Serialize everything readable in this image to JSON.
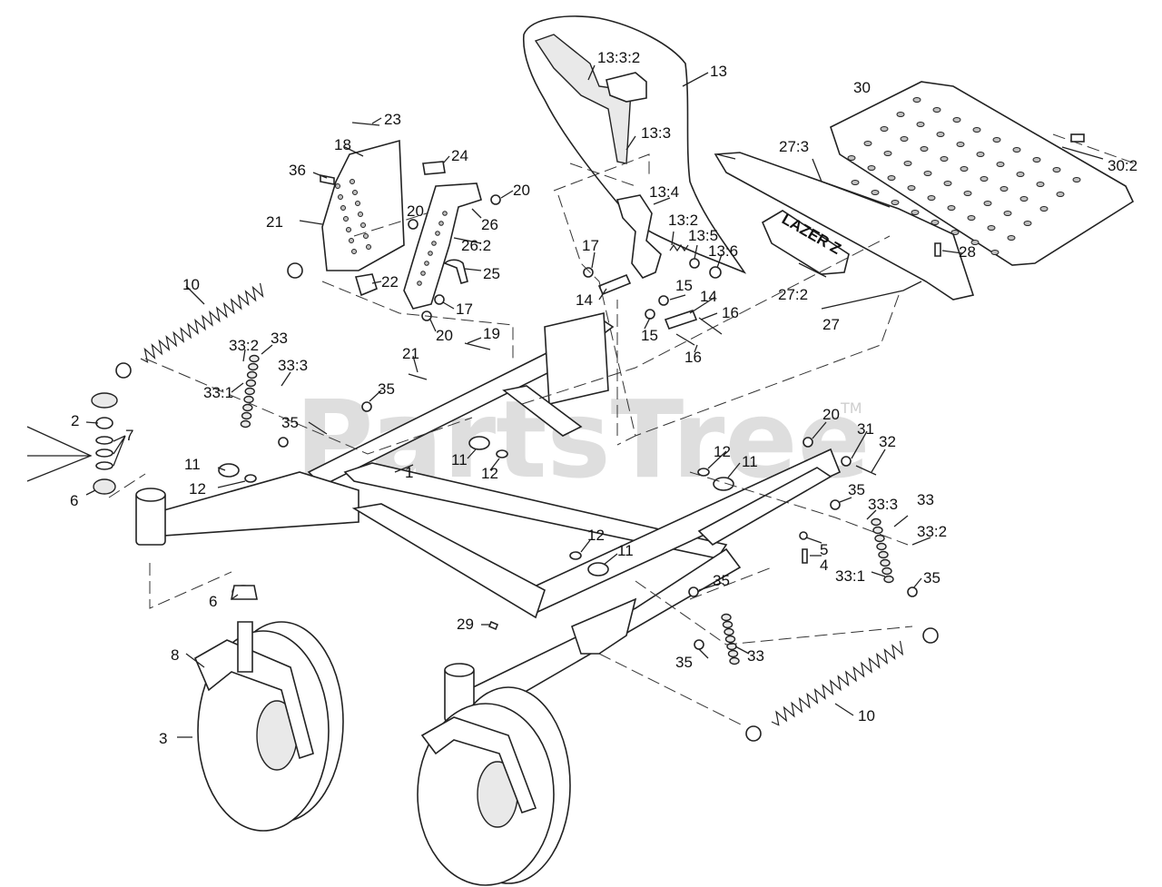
{
  "watermark": {
    "text": "PartsTree",
    "tm": "TM"
  },
  "logo": {
    "text": "LAZER Z"
  },
  "callouts": [
    "13:3:2",
    "13",
    "30",
    "13:3",
    "23",
    "18",
    "24",
    "36",
    "20",
    "20",
    "26",
    "26:2",
    "21",
    "22",
    "25",
    "17",
    "10",
    "13:4",
    "13:2",
    "13:5",
    "13:6",
    "17",
    "14",
    "15",
    "14",
    "16",
    "15",
    "16",
    "27:3",
    "28",
    "27:2",
    "27",
    "30:2",
    "20",
    "19",
    "33:2",
    "33",
    "33:3",
    "21",
    "35",
    "33:1",
    "35",
    "2",
    "7",
    "6",
    "11",
    "12",
    "1",
    "11",
    "12",
    "20",
    "31",
    "32",
    "12",
    "11",
    "35",
    "33:3",
    "33",
    "33:2",
    "5",
    "4",
    "33:1",
    "35",
    "12",
    "11",
    "6",
    "35",
    "29",
    "8",
    "35",
    "33",
    "3",
    "10"
  ]
}
